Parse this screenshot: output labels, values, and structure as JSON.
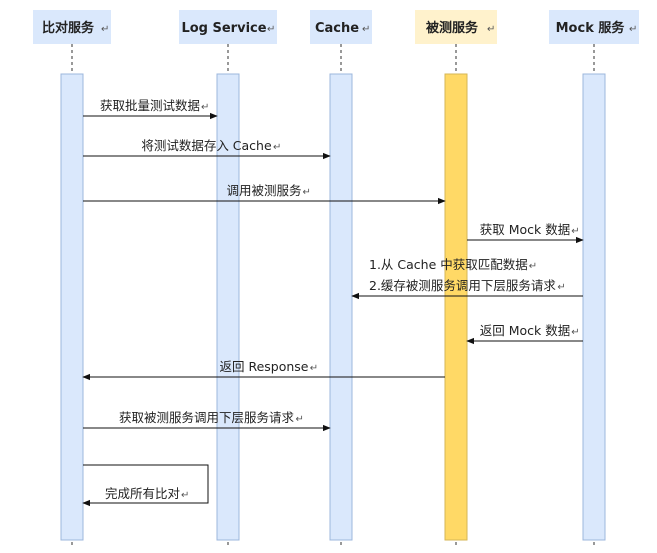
{
  "participants": [
    {
      "id": "compare",
      "label": "比对服务",
      "highlight": false
    },
    {
      "id": "log",
      "label": "Log Service",
      "highlight": false
    },
    {
      "id": "cache",
      "label": "Cache",
      "highlight": false
    },
    {
      "id": "sut",
      "label": "被测服务",
      "highlight": true
    },
    {
      "id": "mock",
      "label": "Mock 服务",
      "highlight": false
    }
  ],
  "messages": [
    {
      "id": "get-test-data",
      "from": "compare",
      "to": "log",
      "lines": [
        "获取批量测试数据"
      ]
    },
    {
      "id": "store-test-data",
      "from": "compare",
      "to": "cache",
      "lines": [
        "将测试数据存入 Cache"
      ]
    },
    {
      "id": "call-sut",
      "from": "compare",
      "to": "sut",
      "lines": [
        "调用被测服务"
      ]
    },
    {
      "id": "get-mock-data",
      "from": "sut",
      "to": "mock",
      "lines": [
        "获取 Mock 数据"
      ]
    },
    {
      "id": "fetch-and-cache",
      "from": "mock",
      "to": "cache",
      "lines": [
        "1.从 Cache 中获取匹配数据",
        "2.缓存被测服务调用下层服务请求"
      ]
    },
    {
      "id": "return-mock-data",
      "from": "mock",
      "to": "sut",
      "lines": [
        "返回 Mock 数据"
      ]
    },
    {
      "id": "return-response",
      "from": "sut",
      "to": "compare",
      "lines": [
        "返回 Response"
      ]
    },
    {
      "id": "get-downstream-requests",
      "from": "compare",
      "to": "cache",
      "lines": [
        "获取被测服务调用下层服务请求"
      ]
    },
    {
      "id": "complete-compare",
      "from": "compare",
      "to": "compare",
      "self": true,
      "lines": [
        "完成所有比对"
      ]
    }
  ],
  "colors": {
    "header_fill": "#dae8fc",
    "header_border": "#6c8ebf",
    "highlight_fill": "#fff2cc",
    "highlight_border": "#d6b656",
    "activation_fill": "#dae8fc",
    "activation_border": "#9cb7dc",
    "highlight_activation_fill": "#ffd966",
    "highlight_activation_border": "#d6b656",
    "lifeline": "#333333",
    "arrow": "#111111"
  },
  "return_mark": "↵"
}
